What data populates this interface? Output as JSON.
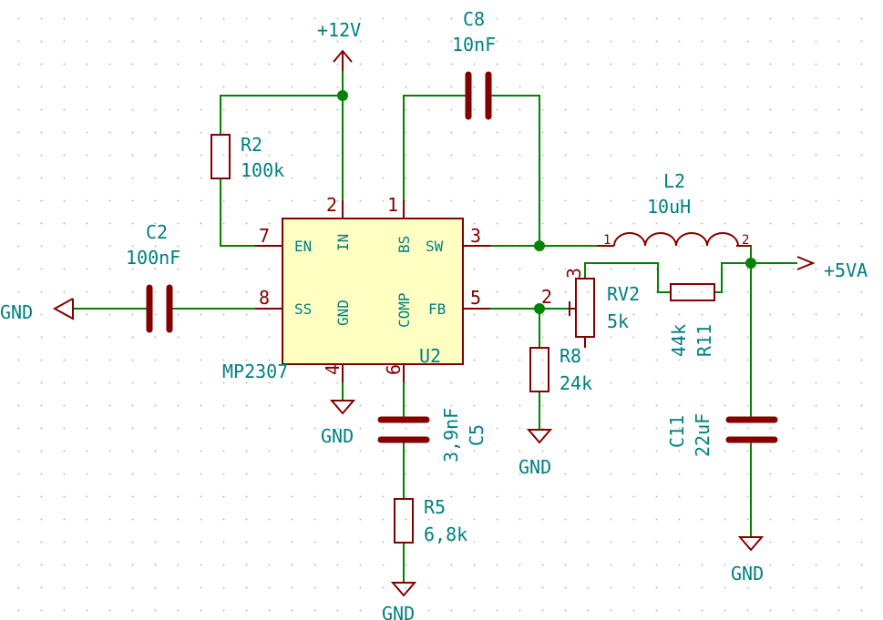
{
  "colors": {
    "wire": "#008400",
    "component_body": "#840000",
    "ic_fill": "#ffffc2",
    "text": "#007f80",
    "grid_dot": "#b9c2c9"
  },
  "power": {
    "vin": "+12V",
    "vout": "+5VA",
    "gnd": "GND"
  },
  "ic": {
    "ref": "U2",
    "value": "MP2307",
    "pins": {
      "bs": {
        "num": "1",
        "name": "BS"
      },
      "in": {
        "num": "2",
        "name": "IN"
      },
      "sw": {
        "num": "3",
        "name": "SW"
      },
      "gnd": {
        "num": "4",
        "name": "GND"
      },
      "fb": {
        "num": "5",
        "name": "FB"
      },
      "comp": {
        "num": "6",
        "name": "COMP"
      },
      "en": {
        "num": "7",
        "name": "EN"
      },
      "ss": {
        "num": "8",
        "name": "SS"
      }
    }
  },
  "components": {
    "r2": {
      "ref": "R2",
      "value": "100k"
    },
    "c8": {
      "ref": "C8",
      "value": "10nF"
    },
    "c2": {
      "ref": "C2",
      "value": "100nF"
    },
    "l2": {
      "ref": "L2",
      "value": "10uH",
      "pin1": "1",
      "pin2": "2"
    },
    "rv2": {
      "ref": "RV2",
      "value": "5k",
      "pin2": "2",
      "pin3": "3"
    },
    "r11": {
      "ref": "R11",
      "value": "44k"
    },
    "r8": {
      "ref": "R8",
      "value": "24k"
    },
    "c5": {
      "ref": "C5",
      "value": "3,9nF"
    },
    "r5": {
      "ref": "R5",
      "value": "6,8k"
    },
    "c11": {
      "ref": "C11",
      "value": "22uF"
    }
  }
}
